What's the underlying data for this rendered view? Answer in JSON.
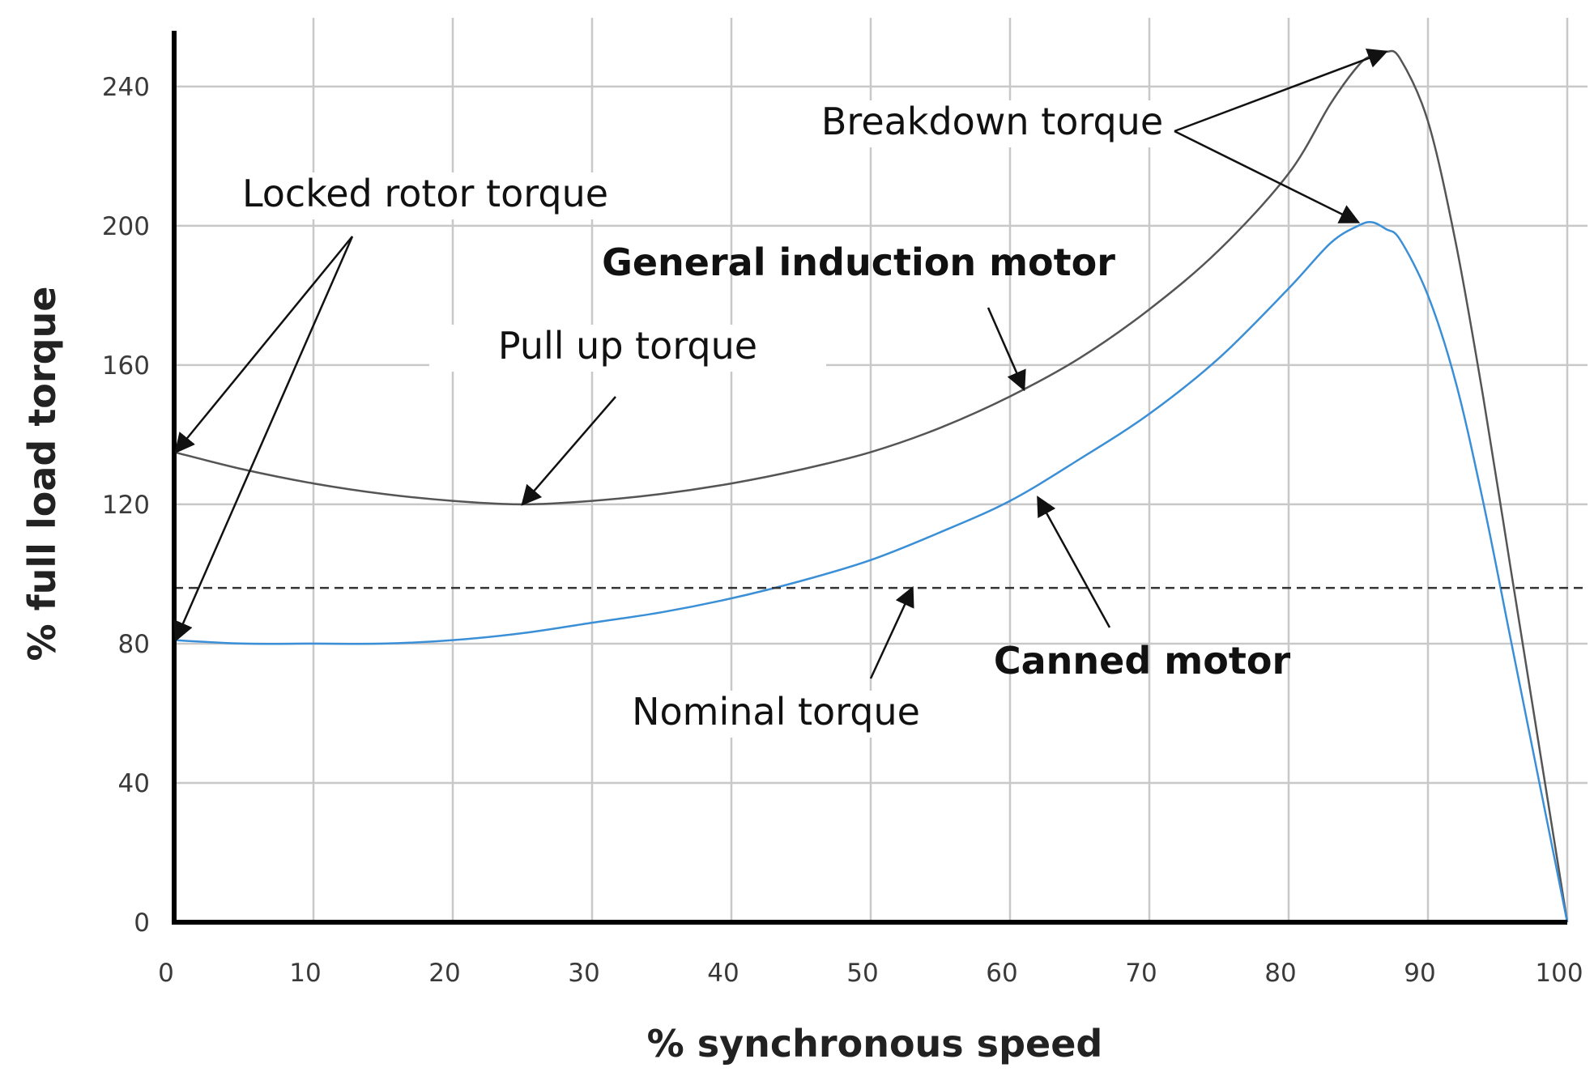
{
  "chart_data": {
    "type": "line",
    "title": "",
    "xlabel": "% synchronous speed",
    "ylabel": "% full load torque",
    "xlim": [
      0,
      100
    ],
    "ylim": [
      0,
      256
    ],
    "x_ticks": [
      0,
      10,
      20,
      30,
      40,
      50,
      60,
      70,
      80,
      90,
      100
    ],
    "y_ticks": [
      0,
      40,
      80,
      120,
      160,
      200,
      240
    ],
    "grid": true,
    "legend": "none",
    "colors": {
      "general_induction_motor": "#555555",
      "canned_motor": "#3a8fd6",
      "nominal_torque": "#333333",
      "axes": "#000000",
      "grid": "#c8c8c8"
    },
    "series": [
      {
        "name": "General induction motor",
        "x": [
          0,
          5,
          10,
          15,
          20,
          25,
          30,
          35,
          40,
          45,
          50,
          55,
          60,
          65,
          70,
          75,
          80,
          83,
          85,
          86,
          87,
          88,
          90,
          92,
          94,
          96,
          98,
          100
        ],
        "y": [
          135,
          130,
          126,
          123,
          121,
          120,
          121,
          123,
          126,
          130,
          135,
          142,
          151,
          162,
          176,
          193,
          215,
          235,
          246,
          249,
          250,
          248,
          230,
          195,
          150,
          100,
          50,
          0
        ]
      },
      {
        "name": "Canned motor",
        "x": [
          0,
          5,
          10,
          15,
          20,
          25,
          30,
          35,
          40,
          45,
          50,
          55,
          60,
          65,
          70,
          75,
          80,
          83,
          85,
          86,
          87,
          88,
          90,
          92,
          94,
          96,
          98,
          100
        ],
        "y": [
          81,
          80,
          80,
          80,
          81,
          83,
          86,
          89,
          93,
          98,
          104,
          112,
          121,
          133,
          146,
          162,
          182,
          195,
          200,
          201,
          199,
          196,
          180,
          155,
          120,
          80,
          40,
          0
        ]
      },
      {
        "name": "Nominal torque",
        "x": [
          0,
          100
        ],
        "y": [
          96,
          96
        ]
      }
    ],
    "annotations": [
      {
        "text": "Locked rotor torque",
        "bold": false,
        "points_to": [
          [
            0,
            135
          ],
          [
            0,
            81
          ]
        ]
      },
      {
        "text": "Pull up torque",
        "bold": false,
        "points_to": [
          [
            25,
            120
          ]
        ]
      },
      {
        "text": "Breakdown torque",
        "bold": false,
        "points_to": [
          [
            87,
            250
          ],
          [
            85,
            201
          ]
        ]
      },
      {
        "text": "General induction motor",
        "bold": true,
        "points_to": [
          [
            61,
            153
          ]
        ]
      },
      {
        "text": "Canned motor",
        "bold": true,
        "points_to": [
          [
            62,
            122
          ]
        ]
      },
      {
        "text": "Nominal torque",
        "bold": false,
        "points_to": [
          [
            53,
            96
          ]
        ]
      }
    ]
  }
}
